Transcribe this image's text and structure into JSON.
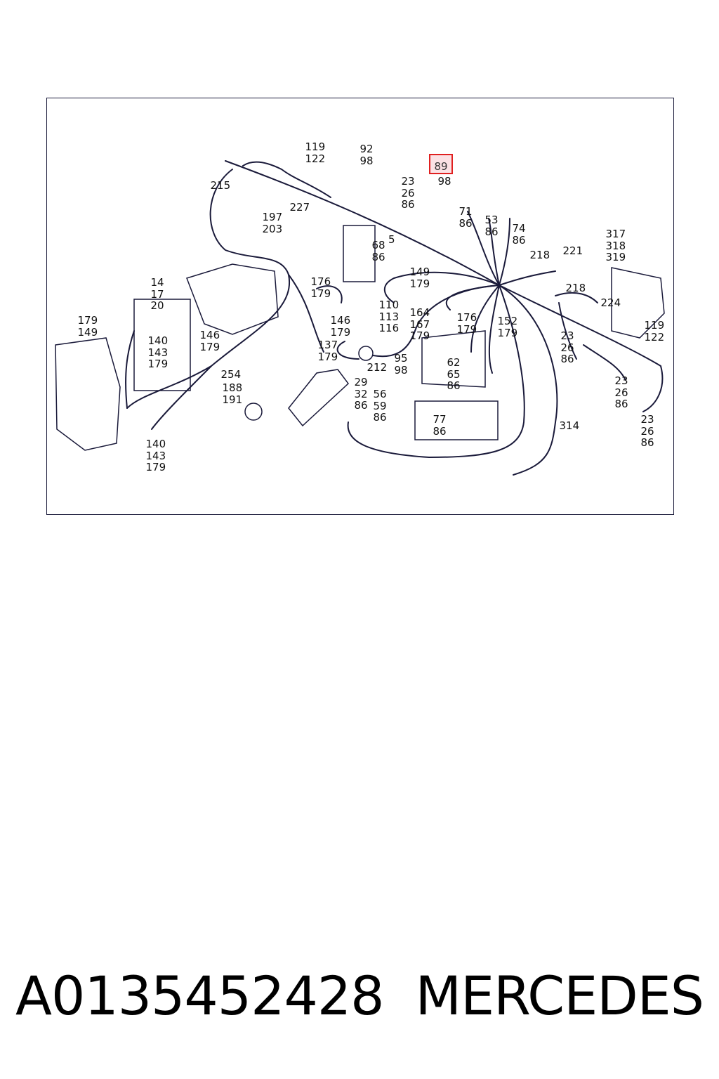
{
  "diagram": {
    "highlighted_callout": "89",
    "callouts": [
      {
        "id": "c-215",
        "text": "215"
      },
      {
        "id": "c-119-122-top",
        "text": "119\n122"
      },
      {
        "id": "c-92-98",
        "text": "92\n98"
      },
      {
        "id": "c-23-26-86-a",
        "text": "23\n26\n86"
      },
      {
        "id": "c-98",
        "text": "98"
      },
      {
        "id": "c-197-203",
        "text": "197\n203"
      },
      {
        "id": "c-227",
        "text": "227"
      },
      {
        "id": "c-71-86",
        "text": "71\n86"
      },
      {
        "id": "c-53-86",
        "text": "53\n86"
      },
      {
        "id": "c-74-86",
        "text": "74\n86"
      },
      {
        "id": "c-68-86",
        "text": "68\n86"
      },
      {
        "id": "c-5",
        "text": "5"
      },
      {
        "id": "c-317-318-319",
        "text": "317\n318\n319"
      },
      {
        "id": "c-218-a",
        "text": "218"
      },
      {
        "id": "c-221",
        "text": "221"
      },
      {
        "id": "c-14-17-20",
        "text": "14\n17\n20"
      },
      {
        "id": "c-176-179-a",
        "text": "176\n179"
      },
      {
        "id": "c-149-179",
        "text": "149\n179"
      },
      {
        "id": "c-218-b",
        "text": "218"
      },
      {
        "id": "c-224",
        "text": "224"
      },
      {
        "id": "c-110-113-116",
        "text": "110\n113\n116"
      },
      {
        "id": "c-164-167-179",
        "text": "164\n167\n179"
      },
      {
        "id": "c-176-179-b",
        "text": "176\n179"
      },
      {
        "id": "c-152-179",
        "text": "152\n179"
      },
      {
        "id": "c-119-122-right",
        "text": "119\n122"
      },
      {
        "id": "c-179-149",
        "text": "179\n149"
      },
      {
        "id": "c-140-143-179-a",
        "text": "140\n143\n179"
      },
      {
        "id": "c-146-179-a",
        "text": "146\n179"
      },
      {
        "id": "c-146-179-b",
        "text": "146\n179"
      },
      {
        "id": "c-137-179",
        "text": "137\n179"
      },
      {
        "id": "c-23-26-86-b",
        "text": "23\n26\n86"
      },
      {
        "id": "c-212",
        "text": "212"
      },
      {
        "id": "c-95-98",
        "text": "95\n98"
      },
      {
        "id": "c-62-65-86",
        "text": "62\n65\n86"
      },
      {
        "id": "c-254",
        "text": "254"
      },
      {
        "id": "c-188-191",
        "text": "188\n191"
      },
      {
        "id": "c-29-32-86",
        "text": "29\n32\n86"
      },
      {
        "id": "c-56-59-86",
        "text": "56\n59\n86"
      },
      {
        "id": "c-23-26-86-c",
        "text": "23\n26\n86"
      },
      {
        "id": "c-77-86",
        "text": "77\n86"
      },
      {
        "id": "c-314",
        "text": "314"
      },
      {
        "id": "c-23-26-86-d",
        "text": "23\n26\n86"
      },
      {
        "id": "c-140-143-179-b",
        "text": "140\n143\n179"
      }
    ]
  },
  "footer": {
    "part_number": "A0135452428",
    "brand": "MERCEDES"
  },
  "colors": {
    "line": "#1a1a3a",
    "highlight_border": "#e02020",
    "highlight_fill": "#f096a0"
  }
}
